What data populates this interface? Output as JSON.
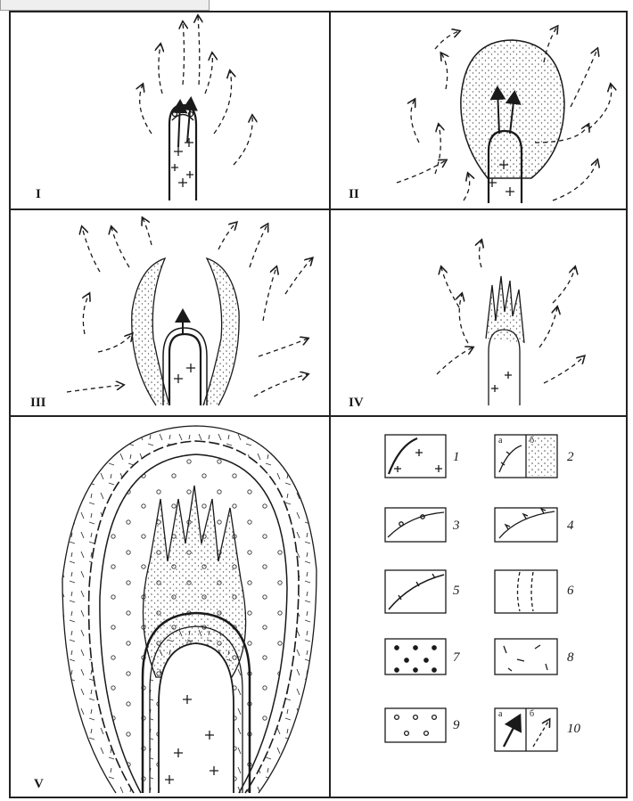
{
  "panels": {
    "p1": {
      "label": "I"
    },
    "p2": {
      "label": "II"
    },
    "p3": {
      "label": "III"
    },
    "p4": {
      "label": "IV"
    },
    "p5": {
      "label": "V"
    }
  },
  "legend": {
    "items": [
      {
        "num": "1",
        "symbol": "intrusion-contact-with-crosses"
      },
      {
        "num": "2",
        "symbol": "split-box",
        "sub_a": "а",
        "sub_b": "б"
      },
      {
        "num": "3",
        "symbol": "contact-with-circles"
      },
      {
        "num": "4",
        "symbol": "contact-with-triangles"
      },
      {
        "num": "5",
        "symbol": "contact-with-ticks"
      },
      {
        "num": "6",
        "symbol": "dashed-vertical-zone"
      },
      {
        "num": "7",
        "symbol": "dense-dots"
      },
      {
        "num": "8",
        "symbol": "short-dashes"
      },
      {
        "num": "9",
        "symbol": "small-circles"
      },
      {
        "num": "10",
        "symbol": "split-box-arrows",
        "sub_a": "а",
        "sub_b": "б"
      }
    ]
  },
  "colors": {
    "ink": "#1a1a1a",
    "border": "#222222",
    "stipple": "#555555"
  }
}
